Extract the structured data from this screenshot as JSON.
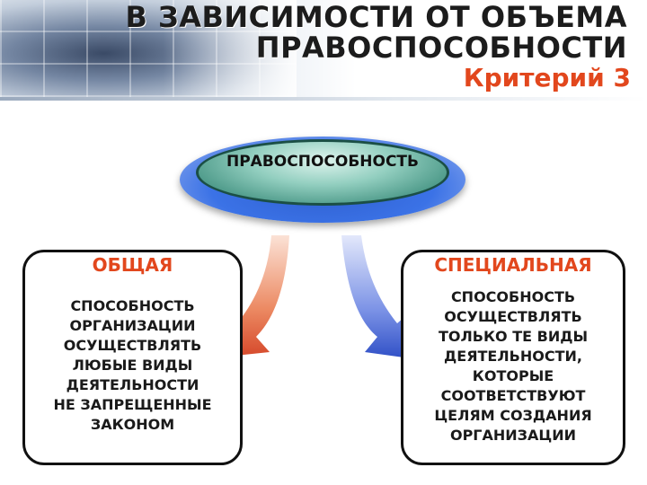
{
  "header": {
    "title_line1": "В ЗАВИСИМОСТИ ОТ ОБЪЕМА",
    "title_line2": "ПРАВОСПОСОБНОСТИ",
    "subtitle": "Критерий 3"
  },
  "center": {
    "label": "ПРАВОСПОСОБНОСТЬ"
  },
  "left": {
    "heading": "ОБЩАЯ",
    "body": "СПОСОБНОСТЬ\nОРГАНИЗАЦИИ\nОСУЩЕСТВЛЯТЬ\nЛЮБЫЕ ВИДЫ\nДЕЯТЕЛЬНОСТИ\nНЕ ЗАПРЕЩЕННЫЕ\nЗАКОНОМ"
  },
  "right": {
    "heading": "СПЕЦИАЛЬНАЯ",
    "body": "СПОСОБНОСТЬ\nОСУЩЕСТВЛЯТЬ\nТОЛЬКО ТЕ ВИДЫ\nДЕЯТЕЛЬНОСТИ,\nКОТОРЫЕ\nСООТВЕТСТВУЮТ\nЦЕЛЯМ  СОЗДАНИЯ\nОРГАНИЗАЦИИ"
  },
  "colors": {
    "accent": "#e2471d",
    "oval": "#3f8f7e",
    "oval_base": "#3b72e6",
    "arrow_left": "#e0643a",
    "arrow_right": "#4a66d4"
  }
}
